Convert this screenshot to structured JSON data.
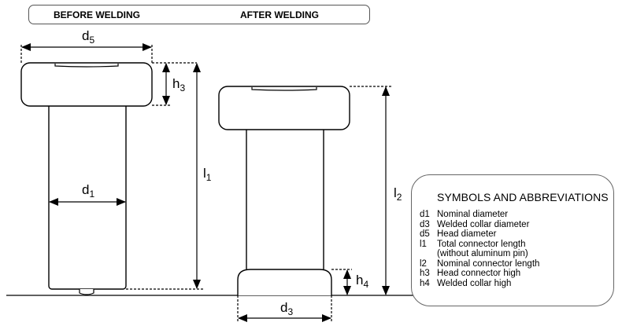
{
  "header": {
    "before_label": "BEFORE WELDING",
    "after_label": "AFTER WELDING"
  },
  "dimensions": {
    "d5": {
      "base": "d",
      "sub": "5"
    },
    "h3": {
      "base": "h",
      "sub": "3"
    },
    "d1": {
      "base": "d",
      "sub": "1"
    },
    "l1": {
      "base": "l",
      "sub": "1"
    },
    "l2": {
      "base": "l",
      "sub": "2"
    },
    "h4": {
      "base": "h",
      "sub": "4"
    },
    "d3": {
      "base": "d",
      "sub": "3"
    }
  },
  "legend": {
    "title": "SYMBOLS AND ABBREVIATIONS",
    "items": [
      {
        "symbol": "d1",
        "description": "Nominal diameter"
      },
      {
        "symbol": "d3",
        "description": "Welded collar diameter"
      },
      {
        "symbol": "d5",
        "description": "Head diameter"
      },
      {
        "symbol": "l1",
        "description": "Total connector length"
      },
      {
        "symbol": "",
        "description": "(without aluminum pin)"
      },
      {
        "symbol": "l2",
        "description": "Nominal connector length"
      },
      {
        "symbol": "h3",
        "description": "Head connector high"
      },
      {
        "symbol": "h4",
        "description": "Welded collar high"
      }
    ]
  }
}
